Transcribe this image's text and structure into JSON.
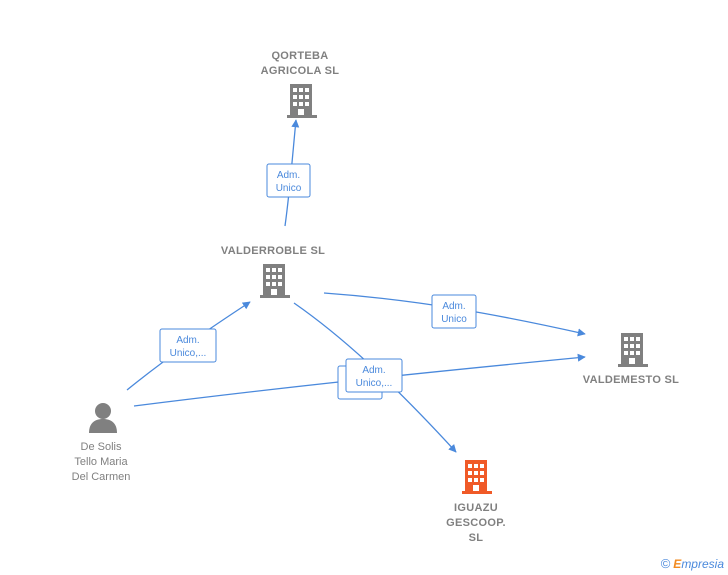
{
  "nodes": {
    "qorteba": {
      "label_lines": [
        "QORTEBA",
        "AGRICOLA SL"
      ],
      "type": "company",
      "color": "#808080"
    },
    "valderroble": {
      "label_lines": [
        "VALDERROBLE SL"
      ],
      "type": "company",
      "color": "#808080"
    },
    "valdemesto": {
      "label_lines": [
        "VALDEMESTO SL"
      ],
      "type": "company",
      "color": "#808080"
    },
    "iguazu": {
      "label_lines": [
        "IGUAZU",
        "GESCOOP.",
        "SL"
      ],
      "type": "company",
      "color": "#f05a28"
    },
    "person": {
      "label_lines": [
        "De Solis",
        "Tello Maria",
        "Del Carmen"
      ],
      "type": "person",
      "color": "#808080"
    }
  },
  "edges": [
    {
      "from": "valderroble",
      "to": "qorteba",
      "label_lines": [
        "Adm.",
        "Unico"
      ]
    },
    {
      "from": "person",
      "to": "valderroble",
      "label_lines": [
        "Adm.",
        "Unico,..."
      ]
    },
    {
      "from": "valderroble",
      "to": "valdemesto",
      "label_lines": [
        "Adm.",
        "Unico"
      ]
    },
    {
      "from": "valderroble",
      "to": "iguazu",
      "label_lines": [
        "Adm.",
        "Unico,..."
      ]
    },
    {
      "from": "person",
      "to": "valdemesto",
      "label_lines": [
        "",
        ""
      ]
    }
  ],
  "colors": {
    "edge": "#4a89dc",
    "node": "#808080",
    "highlight": "#f05a28"
  },
  "brand": {
    "copyright": "©",
    "e": "E",
    "rest": "mpresia"
  }
}
